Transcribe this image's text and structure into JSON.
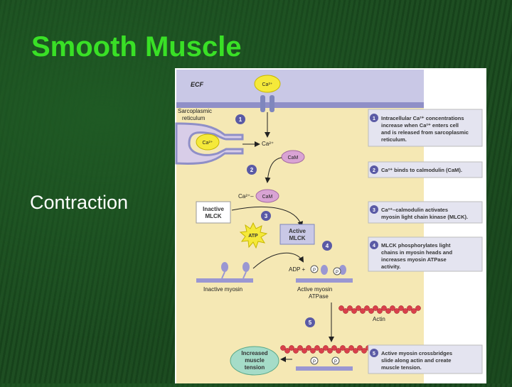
{
  "slide": {
    "title": "Smooth Muscle",
    "bullet": "Contraction"
  },
  "colors": {
    "title": "#39e026",
    "ecf": "#c9c8e6",
    "cell": "#f5e8b4",
    "step_box": "#e4e4f0",
    "actin": "#d9404a",
    "tension": "#a5dcc8"
  },
  "diagram": {
    "ecf_label": "ECF",
    "ca_ion": "Ca²⁺",
    "sr_label_1": "Sarcoplasmic",
    "sr_label_2": "reticulum",
    "cam": "CaM",
    "ca_cam_prefix": "Ca²⁺–",
    "inactive_mlck_1": "Inactive",
    "inactive_mlck_2": "MLCK",
    "active_mlck_1": "Active",
    "active_mlck_2": "MLCK",
    "atp": "ATP",
    "adp": "ADP +",
    "phosphate": "P",
    "inactive_myosin": "Inactive myosin",
    "active_myosin_1": "Active myosin",
    "active_myosin_2": "ATPase",
    "actin": "Actin",
    "tension_1": "Increased",
    "tension_2": "muscle",
    "tension_3": "tension",
    "steps": [
      {
        "num": "1",
        "lines": [
          "Intracellular Ca²⁺ concentrations",
          "increase when Ca²⁺ enters cell",
          "and is released from sarcoplasmic",
          "reticulum."
        ]
      },
      {
        "num": "2",
        "lines": [
          "Ca²⁺ binds to calmodulin (CaM)."
        ]
      },
      {
        "num": "3",
        "lines": [
          "Ca²⁺–calmodulin activates",
          "myosin light chain kinase (MLCK)."
        ]
      },
      {
        "num": "4",
        "lines": [
          "MLCK phosphorylates light",
          "chains in myosin heads and",
          "increases myosin ATPase",
          "activity."
        ]
      },
      {
        "num": "5",
        "lines": [
          "Active myosin crossbridges",
          "slide along actin and create",
          "muscle tension."
        ]
      }
    ]
  }
}
